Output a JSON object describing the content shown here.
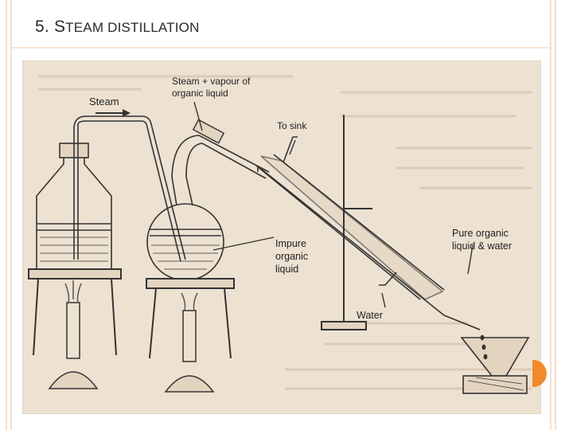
{
  "slide": {
    "title_first": "5. S",
    "title_rest": "TEAM DISTILLATION"
  },
  "diagram": {
    "labels": {
      "steam": "Steam",
      "steam_vapour_line1": "Steam + vapour of",
      "steam_vapour_line2": "organic liquid",
      "to_sink": "To sink",
      "impure_line1": "Impure",
      "impure_line2": "organic",
      "impure_line3": "liquid",
      "pure_line1": "Pure organic",
      "pure_line2": "liquid & water",
      "water": "Water"
    }
  },
  "colors": {
    "background": "#ffffff",
    "border": "#f2c8a8",
    "figure_bg": "#ede1d1",
    "ink": "#333333",
    "accent": "#f08a2c"
  }
}
